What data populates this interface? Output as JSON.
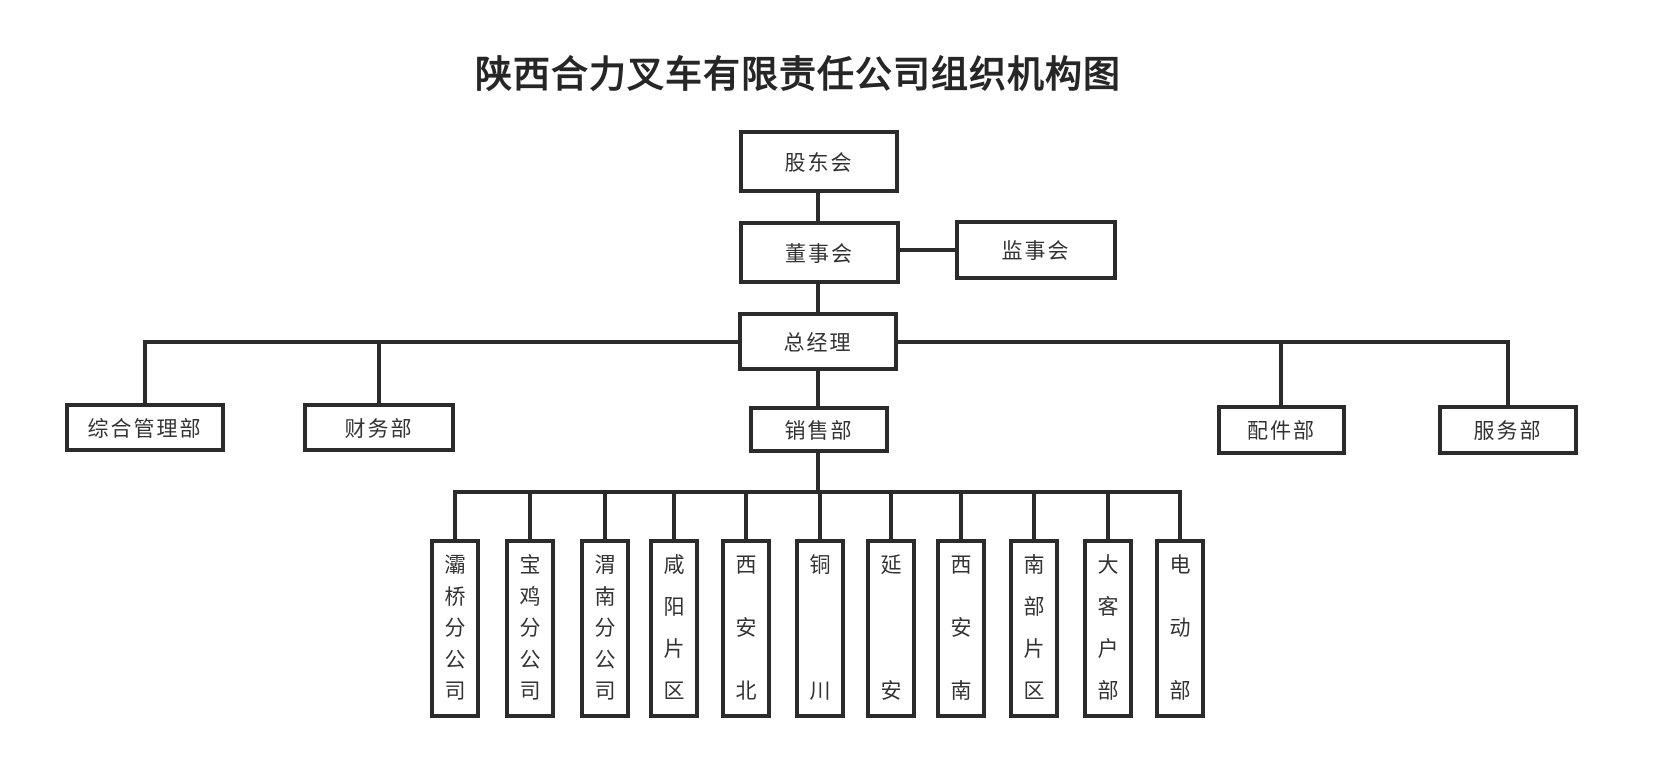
{
  "title": "陕西合力叉车有限责任公司组织机构图",
  "org": {
    "shareholders": "股东会",
    "board": "董事会",
    "supervisors": "监事会",
    "general_manager": "总经理",
    "dept_admin": "综合管理部",
    "dept_finance": "财务部",
    "dept_sales": "销售部",
    "dept_parts": "配件部",
    "dept_service": "服务部",
    "sales_children": [
      "灞桥分公司",
      "宝鸡分公司",
      "渭南分公司",
      "咸阳片区",
      "西安北",
      "铜川",
      "延安",
      "西安南",
      "南部片区",
      "大客户部",
      "电动部"
    ]
  },
  "colors": {
    "line": "#2b2b2b",
    "box_border": "#2b2b2b",
    "text": "#333333",
    "title_text": "#262626",
    "background": "#ffffff"
  }
}
